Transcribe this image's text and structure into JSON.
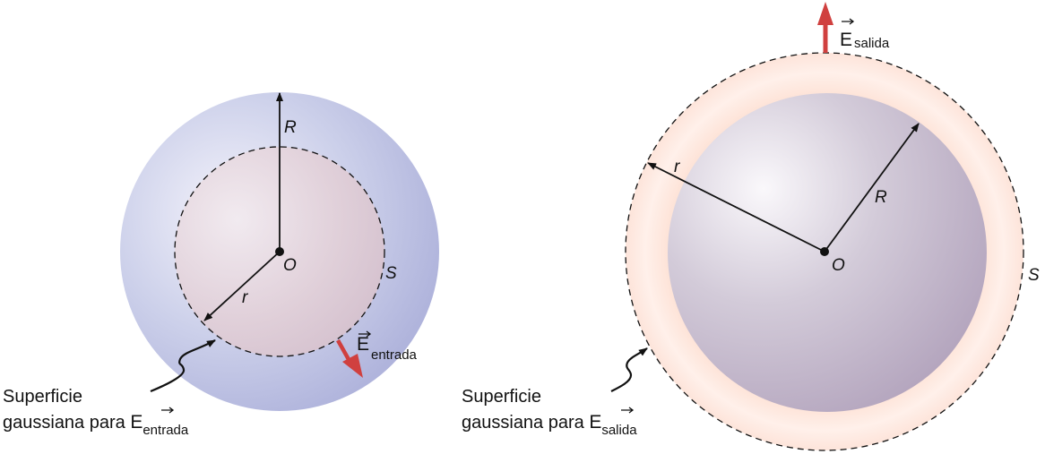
{
  "left_panel": {
    "radius_big_label": "R",
    "radius_small_label": "r",
    "center_label": "O",
    "surface_label": "S",
    "field_symbol": "E",
    "field_subscript": "entrada",
    "caption_line1": "Superficie",
    "caption_line2": "gaussiana para ",
    "caption_symbol": "E",
    "caption_subscript": "entrada"
  },
  "right_panel": {
    "radius_big_label": "R",
    "radius_small_label": "r",
    "center_label": "O",
    "surface_label": "S",
    "field_symbol": "E",
    "field_subscript": "salida",
    "caption_line1": "Superficie",
    "caption_line2": "gaussiana para ",
    "caption_symbol": "E",
    "caption_subscript": "salida"
  },
  "colors": {
    "field_arrow": "#d0403f",
    "left_sphere": "#b9bbe0",
    "left_inner": "#e2c9cf",
    "right_shell": "#fde3d8",
    "right_sphere": "#bfb2c8"
  }
}
